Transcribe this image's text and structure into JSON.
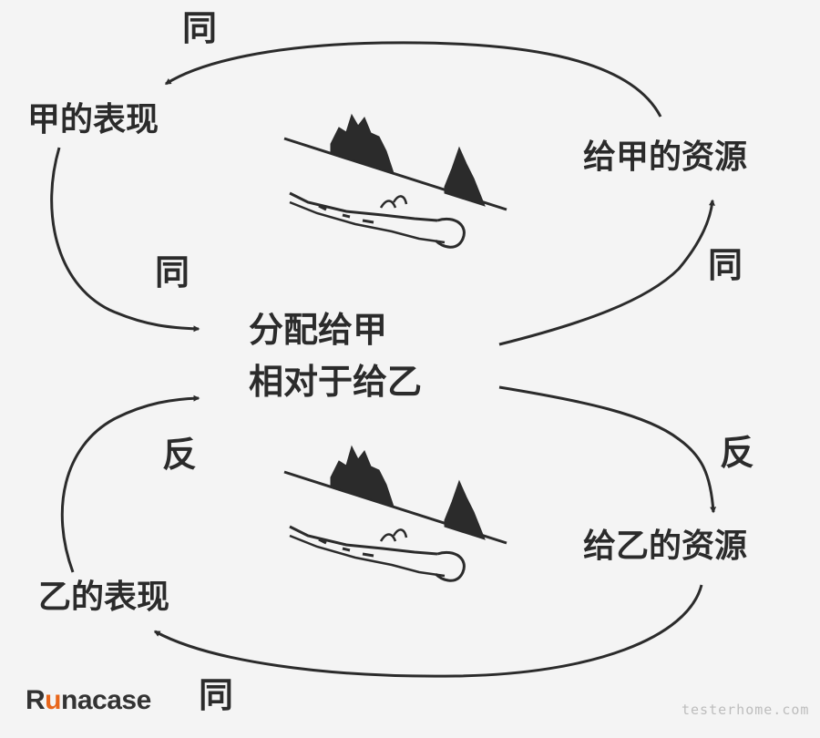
{
  "nodes": {
    "a_performance": "甲的表现",
    "a_resources": "给甲的资源",
    "b_resources": "给乙的资源",
    "b_performance": "乙的表现",
    "center_line1": "分配给甲",
    "center_line2": "相对于给乙"
  },
  "polarities": {
    "top": "同",
    "left_upper": "同",
    "right_upper": "同",
    "right_lower": "反",
    "left_lower": "反",
    "bottom": "同"
  },
  "logo": {
    "prefix": "R",
    "accent": "u",
    "rest": "nacase"
  },
  "watermark": "testerhome.com",
  "colors": {
    "ink": "#2b2b2b",
    "background": "#f4f4f4",
    "logo_accent": "#e8661b"
  }
}
